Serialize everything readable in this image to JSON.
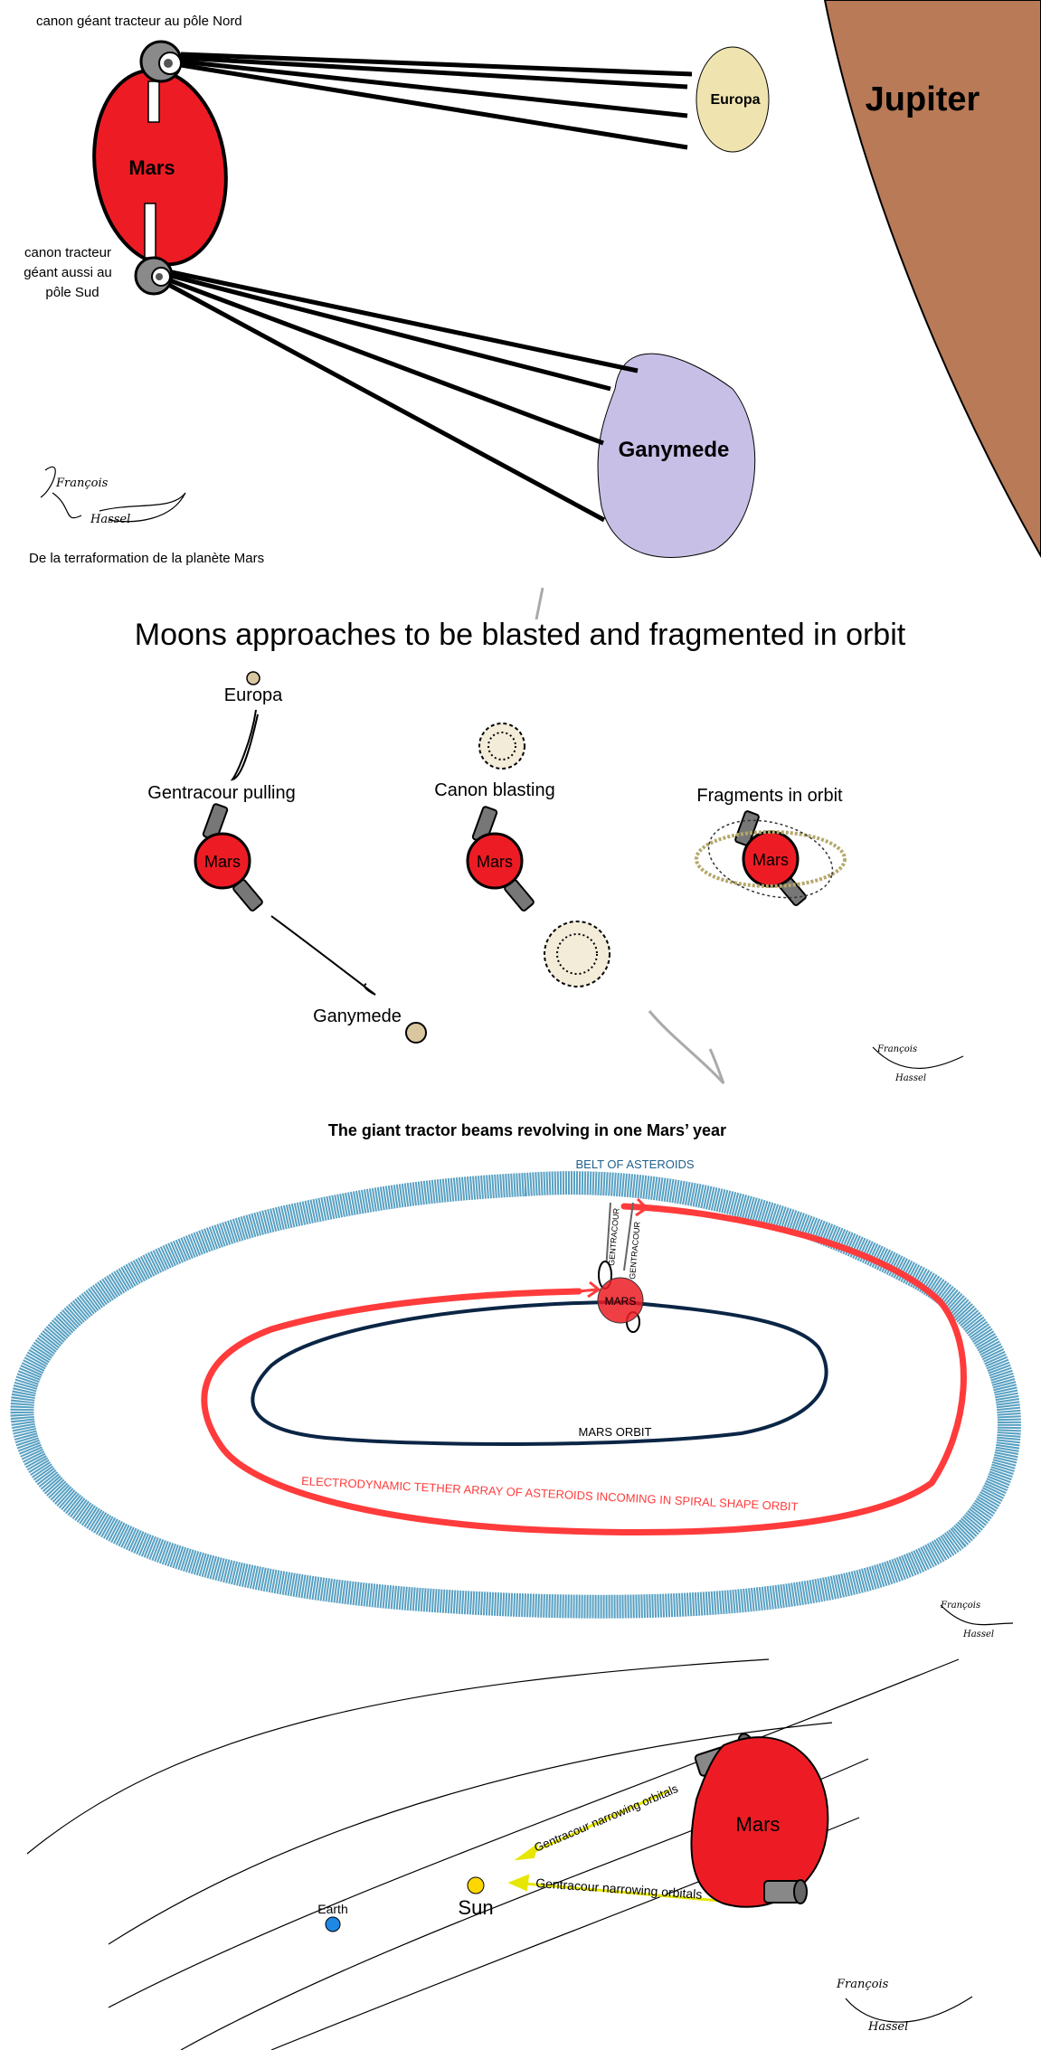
{
  "colors": {
    "mars": "#ed1c24",
    "jupiter": "#b97a57",
    "europa": "#efe4b0",
    "ganymede": "#c8bfe7",
    "moon_small": "#d9c7a0",
    "tether_red": "#ff3b3b",
    "orbit_navy": "#0b2545",
    "belt_blue": "#3a8fb7",
    "sun": "#ffd700",
    "earth": "#1e88e5",
    "arrow_yellow": "#e6e600",
    "cannon_gray": "#7a7a7a"
  },
  "panel1": {
    "north_cannon_label": "canon géant tracteur au pôle Nord",
    "south_cannon_label_line1": "canon tracteur",
    "south_cannon_label_line2": "géant aussi au",
    "south_cannon_label_line3": "pôle Sud",
    "mars": "Mars",
    "europa": "Europa",
    "jupiter": "Jupiter",
    "ganymede": "Ganymede",
    "caption": "De la terraformation de la planète Mars",
    "signature_line1": "François",
    "signature_line2": "Hassel"
  },
  "panel2": {
    "title": "Moons approaches to be blasted and fragmented in orbit",
    "europa": "Europa",
    "step1": "Gentracour pulling",
    "step2": "Canon blasting",
    "step3": "Fragments in orbit",
    "mars": "Mars",
    "ganymede": "Ganymede",
    "signature_line1": "François",
    "signature_line2": "Hassel"
  },
  "panel3": {
    "title": "The giant tractor beams revolving in one Mars’ year",
    "belt": "BELT OF ASTEROIDS",
    "gentracour": "GENTRACOUR",
    "mars": "MARS",
    "mars_orbit": "MARS ORBIT",
    "tether": "ELECTRODYNAMIC TETHER ARRAY OF ASTEROIDS INCOMING IN SPIRAL SHAPE ORBIT",
    "signature_line1": "François",
    "signature_line2": "Hassel"
  },
  "panel4": {
    "earth": "Earth",
    "sun": "Sun",
    "mars": "Mars",
    "narrowing_label": "Gentracour narrowing orbitals",
    "signature_line1": "François",
    "signature_line2": "Hassel"
  }
}
